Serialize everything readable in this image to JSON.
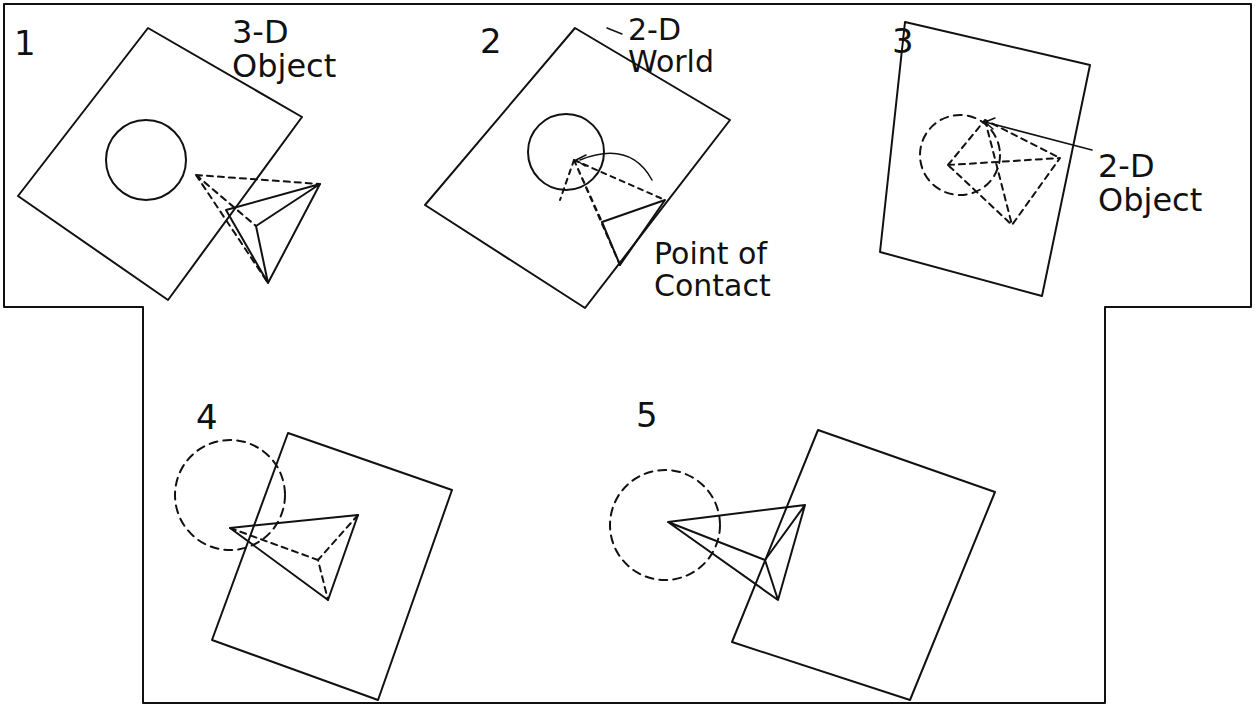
{
  "diagram": {
    "labels": [
      "1",
      "3-D Object",
      "2",
      "2-D World",
      "3",
      "Point of Contact",
      "2-D Object",
      "4",
      "5"
    ]
  }
}
